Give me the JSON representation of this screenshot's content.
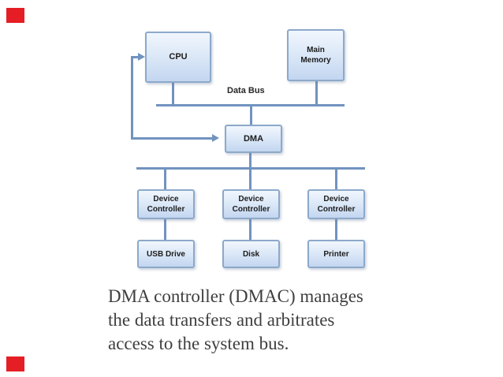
{
  "slide": {
    "background_color": "#ffffff",
    "accent_color": "#e51e25"
  },
  "diagram": {
    "line_color": "#7193bf",
    "box_border_color": "#8ca9ca",
    "box_fill_top": "#f1f6fd",
    "box_fill_bottom": "#c3d6f0",
    "bus_label": "Data Bus",
    "nodes": {
      "cpu": {
        "label": "CPU"
      },
      "main_memory": {
        "label": "Main\nMemory"
      },
      "dma": {
        "label": "DMA"
      },
      "dc1": {
        "label": "Device\nController"
      },
      "dc2": {
        "label": "Device\nController"
      },
      "dc3": {
        "label": "Device\nController"
      },
      "usb": {
        "label": "USB Drive"
      },
      "disk": {
        "label": "Disk"
      },
      "printer": {
        "label": "Printer"
      }
    },
    "connections": [
      "CPU - Data Bus",
      "Main Memory - Data Bus",
      "Data Bus - DMA",
      "DMA - system bus",
      "DMA -> CPU control arrow (double-headed path)",
      "system bus - Device Controller 1 - USB Drive",
      "system bus - Device Controller 2 - Disk",
      "system bus - Device Controller 3 - Printer"
    ]
  },
  "caption": {
    "color": "#3f3f3f",
    "text": "DMA controller (DMAC) manages the data transfers and arbitrates access to the system bus.",
    "lines": [
      "DMA controller (DMAC) manages",
      "the data transfers and arbitrates",
      "access to the system bus."
    ]
  }
}
